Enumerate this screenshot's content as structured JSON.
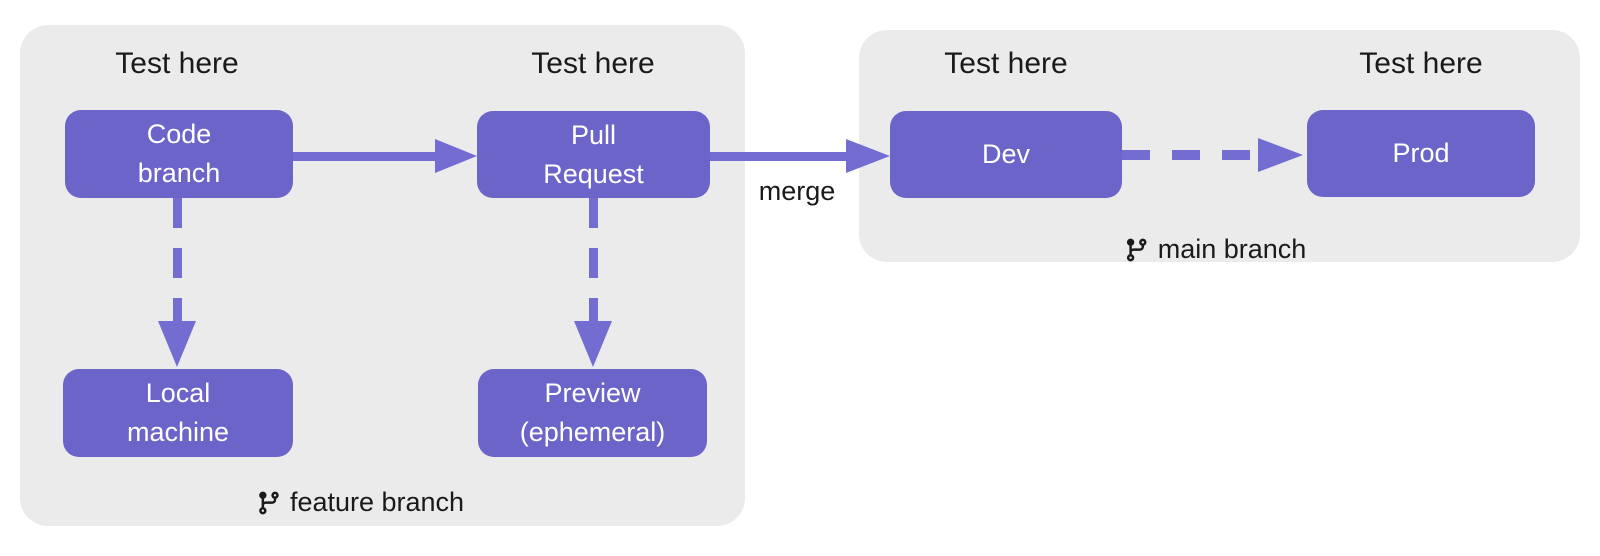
{
  "colors": {
    "background": "#ffffff",
    "group_bg": "#ebebeb",
    "node_fill": "#6b64c9",
    "arrow": "#736dd2",
    "node_text": "#ffffff",
    "label_text": "#1a1a1a"
  },
  "groups": {
    "feature": {
      "label": "feature branch",
      "icon": "git-branch-icon"
    },
    "main": {
      "label": "main branch",
      "icon": "git-branch-icon"
    }
  },
  "test_labels": {
    "code_branch": "Test here",
    "pull_request": "Test here",
    "dev": "Test here",
    "prod": "Test here"
  },
  "nodes": {
    "code_branch": {
      "line1": "Code",
      "line2": "branch"
    },
    "pull_request": {
      "line1": "Pull",
      "line2": "Request"
    },
    "local_machine": {
      "line1": "Local",
      "line2": "machine"
    },
    "preview": {
      "line1": "Preview",
      "line2": "(ephemeral)"
    },
    "dev": {
      "label": "Dev"
    },
    "prod": {
      "label": "Prod"
    }
  },
  "edges": {
    "merge_label": "merge"
  }
}
